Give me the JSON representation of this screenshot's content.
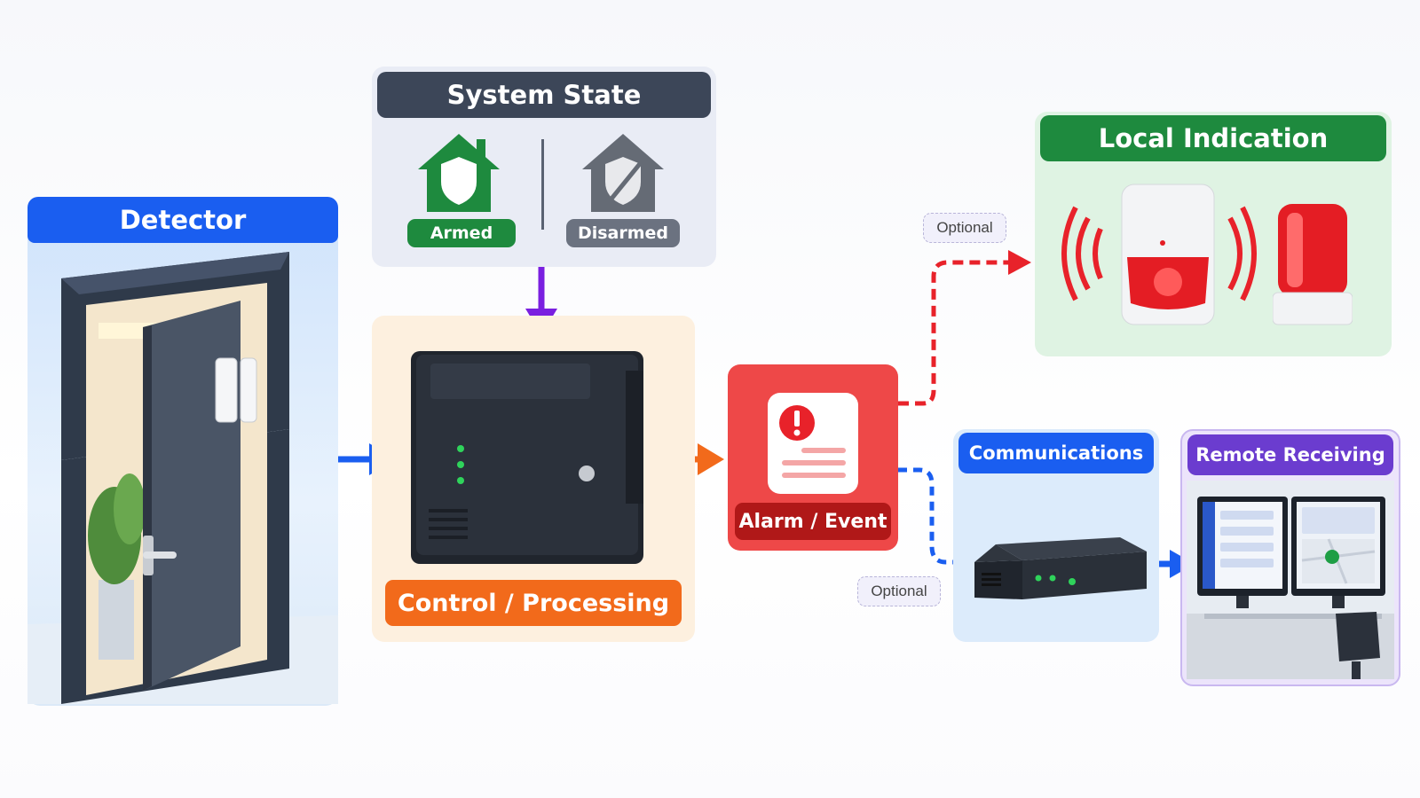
{
  "detector": {
    "title": "Detector"
  },
  "system_state": {
    "title": "System State",
    "armed_label": "Armed",
    "disarmed_label": "Disarmed"
  },
  "control": {
    "label": "Control / Processing"
  },
  "alarm": {
    "label": "Alarm / Event"
  },
  "local_indication": {
    "title": "Local Indication"
  },
  "communications": {
    "title": "Communications"
  },
  "remote_receiving": {
    "title": "Remote Receiving"
  },
  "optional_labels": {
    "local": "Optional",
    "comms": "Optional"
  },
  "colors": {
    "detector": "#1a5ef0",
    "system_state": "#3c4658",
    "armed": "#1e8a3e",
    "disarmed": "#6b7280",
    "control": "#f26a1b",
    "alarm": "#e83a3a",
    "local_indication": "#1e8a3e",
    "communications": "#1a5ef0",
    "remote_receiving": "#6b3ccf"
  },
  "icons": [
    "armed-house-shield-icon",
    "disarmed-house-shield-icon",
    "alarm-document-icon",
    "siren-icon",
    "beacon-icon"
  ]
}
